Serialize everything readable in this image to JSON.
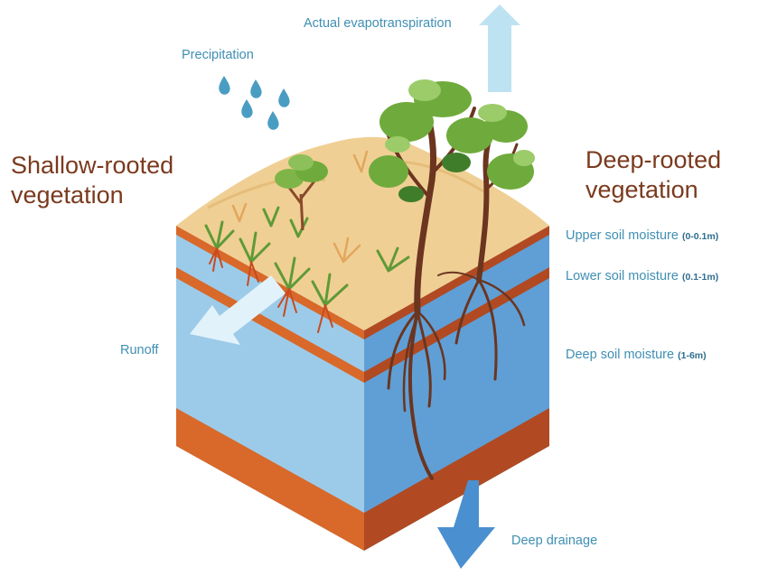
{
  "labels": {
    "actual_evapotranspiration": "Actual evapotranspiration",
    "precipitation": "Precipitation",
    "shallow_rooted_line1": "Shallow-rooted",
    "shallow_rooted_line2": "vegetation",
    "deep_rooted_line1": "Deep-rooted",
    "deep_rooted_line2": "vegetation",
    "upper_soil_moisture": "Upper soil moisture",
    "upper_soil_depth": "(0-0.1m)",
    "lower_soil_moisture": "Lower soil moisture",
    "lower_soil_depth": "(0.1-1m)",
    "deep_soil_moisture": "Deep soil moisture",
    "deep_soil_depth": "(1-6m)",
    "runoff": "Runoff",
    "deep_drainage": "Deep drainage"
  },
  "colors": {
    "sand": "#f0cf94",
    "soil_front": "#9ccbe9",
    "soil_side": "#5f9fd6",
    "clay_front": "#d8692a",
    "clay_side": "#b14a22",
    "label_blue": "#3f8fb3",
    "title_brown": "#7a3a1e",
    "root_brown": "#6b3520",
    "foliage": "#6fab3c"
  }
}
